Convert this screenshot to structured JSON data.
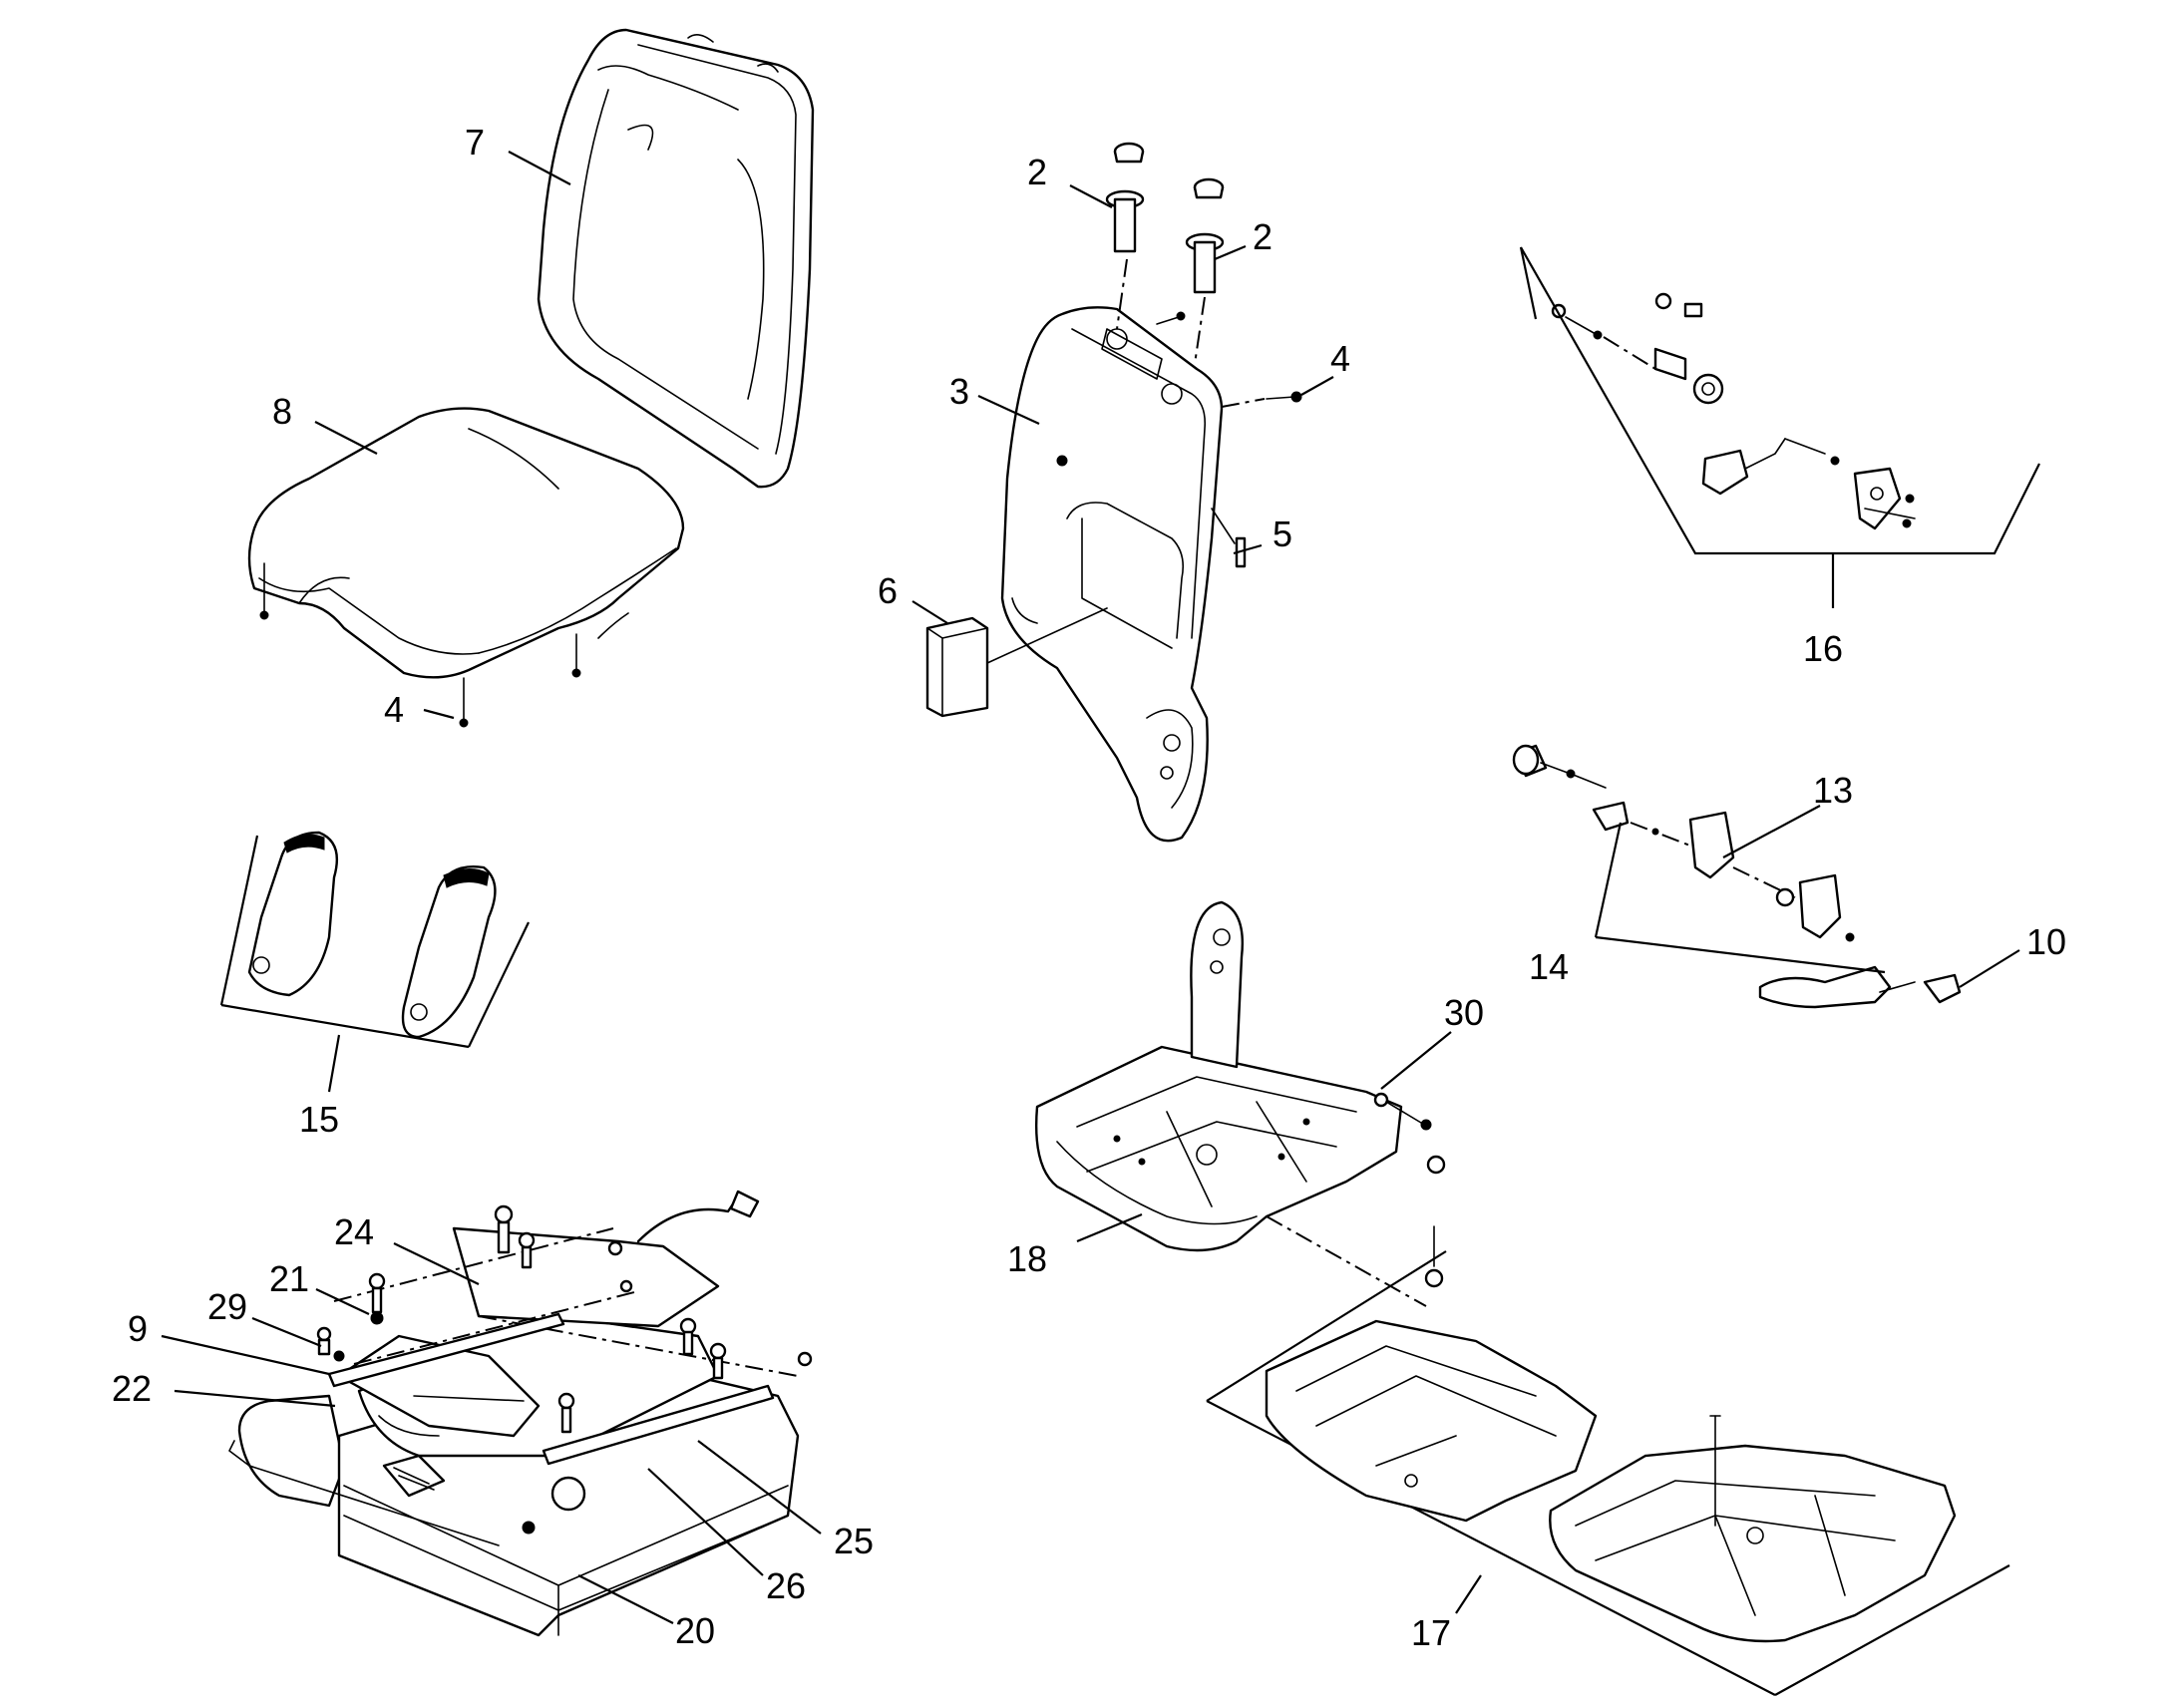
{
  "callouts": [
    {
      "name": "callout-7",
      "label": "7"
    },
    {
      "name": "callout-8",
      "label": "8"
    },
    {
      "name": "callout-4a",
      "label": "4"
    },
    {
      "name": "callout-2a",
      "label": "2"
    },
    {
      "name": "callout-2b",
      "label": "2"
    },
    {
      "name": "callout-3",
      "label": "3"
    },
    {
      "name": "callout-4b",
      "label": "4"
    },
    {
      "name": "callout-5",
      "label": "5"
    },
    {
      "name": "callout-6",
      "label": "6"
    },
    {
      "name": "callout-16",
      "label": "16"
    },
    {
      "name": "callout-13",
      "label": "13"
    },
    {
      "name": "callout-14",
      "label": "14"
    },
    {
      "name": "callout-10",
      "label": "10"
    },
    {
      "name": "callout-15",
      "label": "15"
    },
    {
      "name": "callout-30",
      "label": "30"
    },
    {
      "name": "callout-18",
      "label": "18"
    },
    {
      "name": "callout-24",
      "label": "24"
    },
    {
      "name": "callout-21",
      "label": "21"
    },
    {
      "name": "callout-29",
      "label": "29"
    },
    {
      "name": "callout-9",
      "label": "9"
    },
    {
      "name": "callout-22",
      "label": "22"
    },
    {
      "name": "callout-25",
      "label": "25"
    },
    {
      "name": "callout-26",
      "label": "26"
    },
    {
      "name": "callout-20",
      "label": "20"
    },
    {
      "name": "callout-17",
      "label": "17"
    }
  ]
}
